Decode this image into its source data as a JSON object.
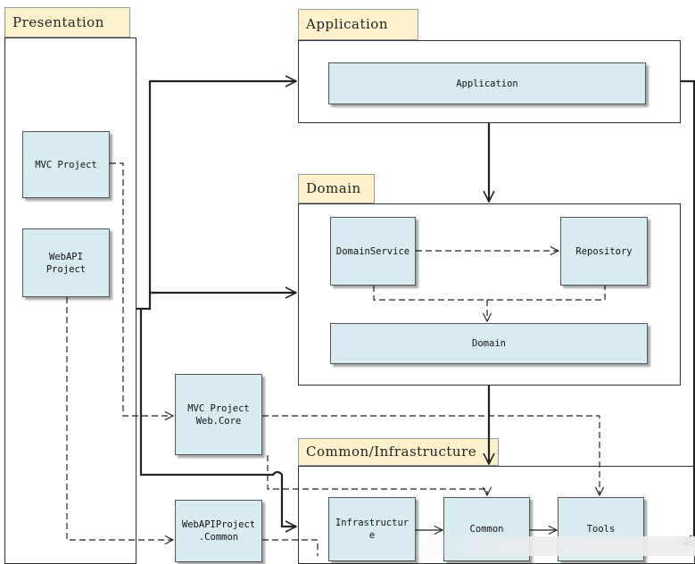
{
  "groups": {
    "presentation": "Presentation",
    "application": "Application",
    "domain": "Domain",
    "common_infra": "Common/Infrastructure"
  },
  "nodes": {
    "mvc_project": "MVC Project",
    "webapi_project": "WebAPI\nProject",
    "application": "Application",
    "domain_service": "DomainService",
    "repository": "Repository",
    "domain": "Domain",
    "mvc_web_core": "MVC Project\nWeb.Core",
    "webapi_common": "WebAPIProject\n.Common",
    "infrastructure": "Infrastructur\ne",
    "common": "Common",
    "tools": "Tools"
  },
  "colors": {
    "tab_fill": "#fef2cc",
    "node_fill": "#d8ebf1",
    "line": "#222222"
  }
}
